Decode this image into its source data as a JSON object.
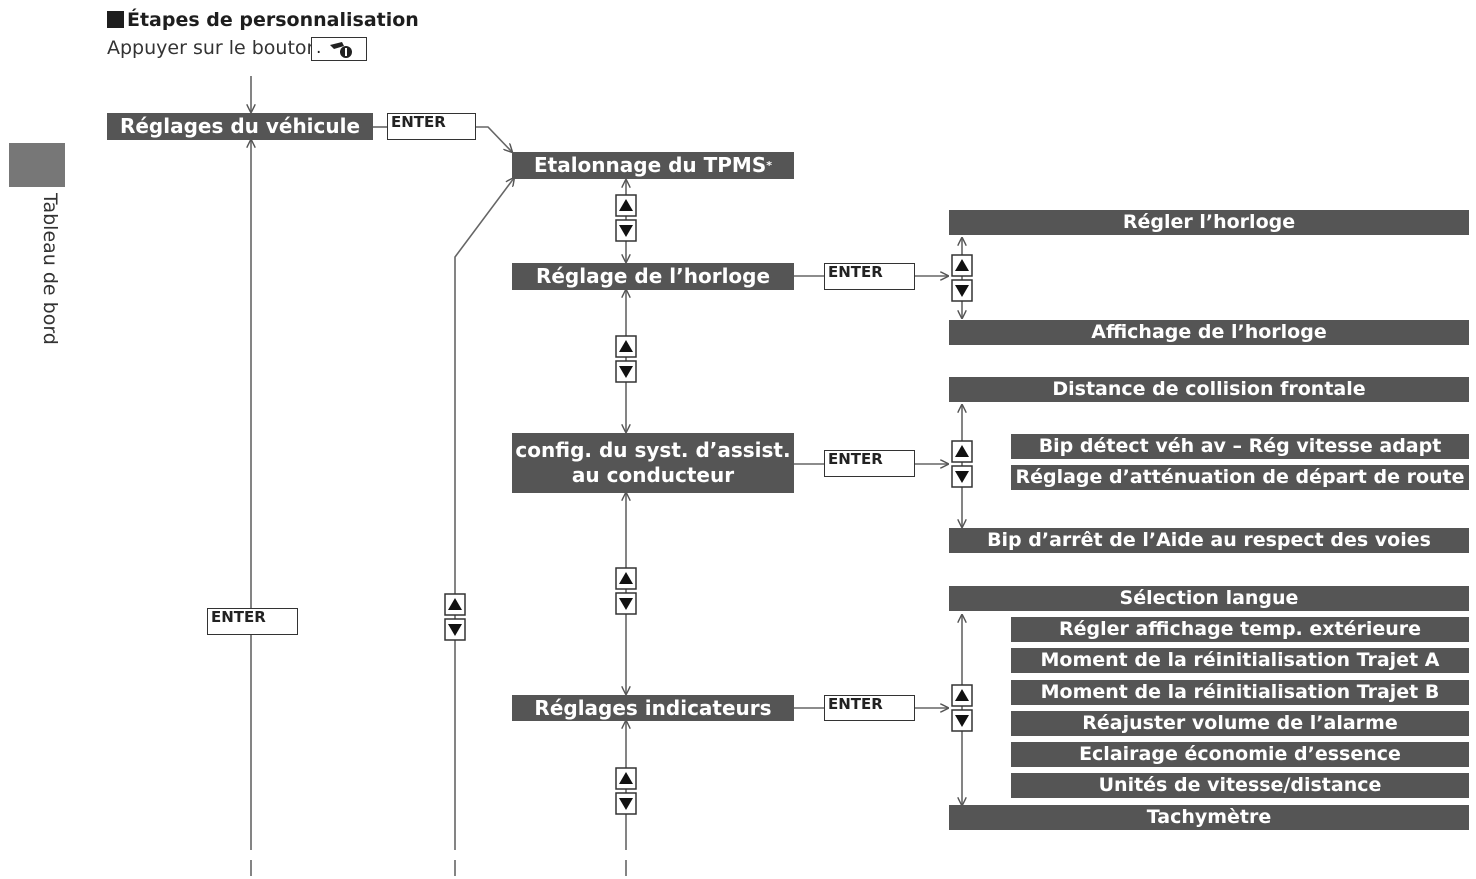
{
  "header": {
    "title": "Étapes de personnalisation",
    "instruction": "Appuyer sur le bouton",
    "instruction_suffix": "."
  },
  "side_tab": {
    "label": "Tableau de bord"
  },
  "icons": {
    "button": "steering-button-icon",
    "arrows": "up-down-arrows-icon"
  },
  "colors": {
    "bar": "#555555",
    "line": "#555555",
    "bar_text": "#ffffff"
  },
  "enter_label": "ENTER",
  "menu": {
    "root": "Réglages du véhicule",
    "tpms": "Etalonnage du TPMS",
    "tpms_mark": "*",
    "clock": "Réglage de l’horloge",
    "assist_line1": "config. du syst. d’assist.",
    "assist_line2": "au conducteur",
    "meter": "Réglages indicateurs"
  },
  "clock_options": [
    "Régler l’horloge",
    "Affichage de l’horloge"
  ],
  "assist_options": [
    "Distance de collision frontale",
    "Bip détect véh av – Rég vitesse adapt",
    "Réglage d’atténuation de départ de route",
    "Bip d’arrêt de l’Aide au respect des voies"
  ],
  "meter_options": [
    "Sélection langue",
    "Régler affichage temp. extérieure",
    "Moment de la réinitialisation Trajet A",
    "Moment de la réinitialisation Trajet B",
    "Réajuster volume de l’alarme",
    "Eclairage économie d’essence",
    "Unités de vitesse/distance",
    "Tachymètre"
  ]
}
